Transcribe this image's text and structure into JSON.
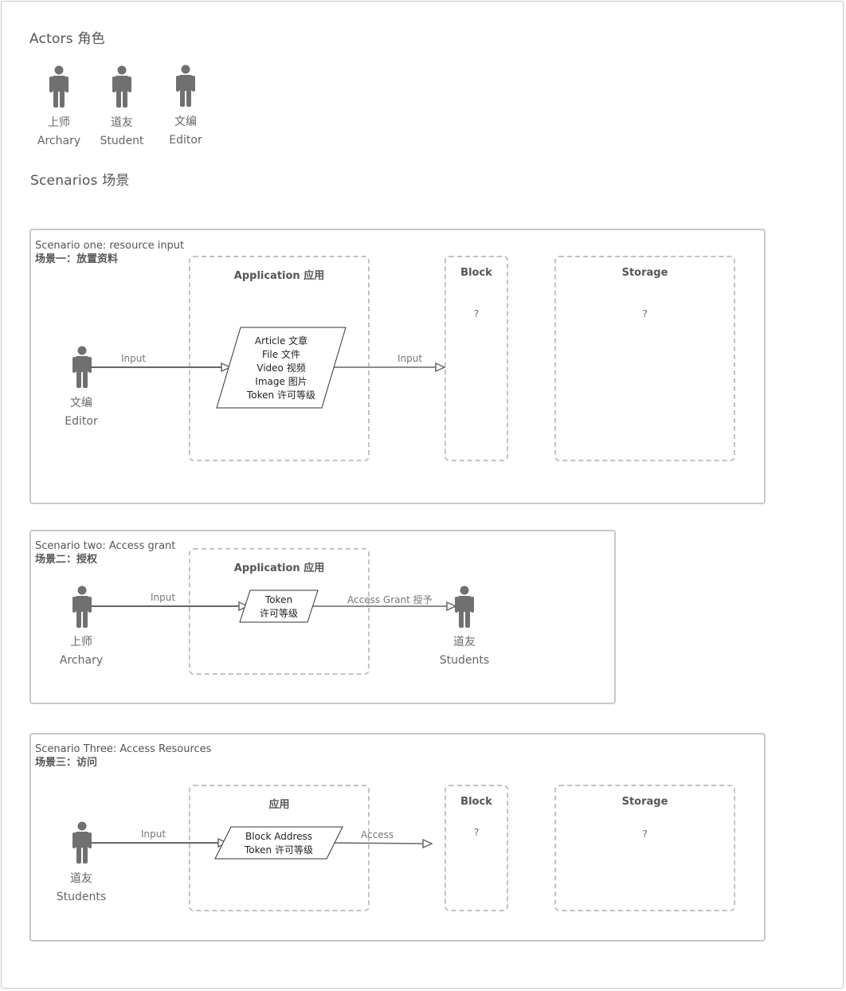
{
  "actors_title": "Actors 角色",
  "actors": [
    {
      "cn": "上师",
      "en": "Archary"
    },
    {
      "cn": "道友",
      "en": "Student"
    },
    {
      "cn": "文编",
      "en": "Editor"
    }
  ],
  "scenarios_title": "Scenarios 场景",
  "scenario_one": {
    "title": "Scenario one: resource input",
    "subtitle": "场景一：放置资料",
    "actor_cn": "文编",
    "actor_en": "Editor",
    "edge_input": "Input",
    "app_title": "Application 应用",
    "resources": [
      "Article 文章",
      "File 文件",
      "Video 视频",
      "Image 图片",
      "Token 许可等级"
    ],
    "edge_to_block": "Input",
    "block_title": "Block",
    "block_q": "?",
    "storage_title": "Storage",
    "storage_q": "?"
  },
  "scenario_two": {
    "title": "Scenario two: Access grant",
    "subtitle": "场景二：授权",
    "actor_cn": "上师",
    "actor_en": "Archary",
    "edge_input": "Input",
    "app_title": "Application 应用",
    "token_lines": [
      "Token",
      "许可等级"
    ],
    "edge_grant": "Access Grant 授予",
    "target_cn": "道友",
    "target_en": "Students"
  },
  "scenario_three": {
    "title": "Scenario Three: Access Resources",
    "subtitle": "场景三：访问",
    "actor_cn": "道友",
    "actor_en": "Students",
    "edge_input": "Input",
    "app_title": "应用",
    "token_lines": [
      "Block Address",
      "Token 许可等级"
    ],
    "edge_access": "Access",
    "block_title": "Block",
    "block_q": "?",
    "storage_title": "Storage",
    "storage_q": "?"
  }
}
